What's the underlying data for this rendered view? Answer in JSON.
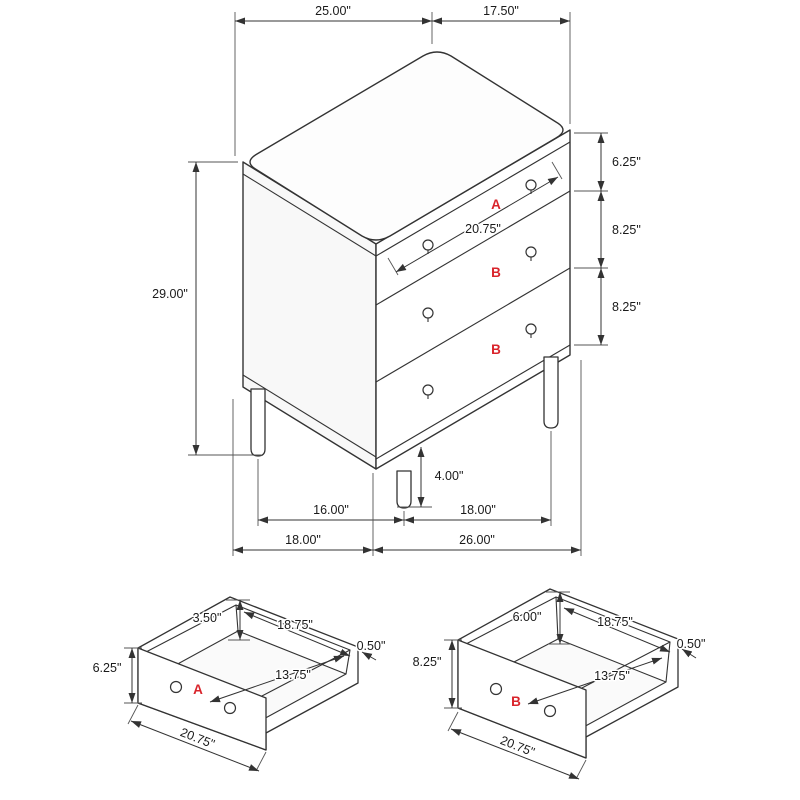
{
  "colors": {
    "accent": "#d9242b",
    "line": "#333333"
  },
  "main_view": {
    "top_width": "25.00\"",
    "top_depth": "17.50\"",
    "overall_height": "29.00\"",
    "drawer_heights": {
      "a": "6.25\"",
      "b1": "8.25\"",
      "b2": "8.25\""
    },
    "drawer_front_width": "20.75\"",
    "leg_height": "4.00\"",
    "leg_spacing_front": "16.00\"",
    "leg_spacing_side": "18.00\"",
    "base_depth": "18.00\"",
    "base_width": "26.00\"",
    "drawer_labels": [
      "A",
      "B",
      "B"
    ]
  },
  "drawer_a": {
    "label": "A",
    "back_height": "3.50\"",
    "inner_width": "18.75\"",
    "panel_thickness": "0.50\"",
    "front_height": "6.25\"",
    "inner_depth": "13.75\"",
    "front_width": "20.75\""
  },
  "drawer_b": {
    "label": "B",
    "back_height": "6.00\"",
    "inner_width": "18.75\"",
    "panel_thickness": "0.50\"",
    "front_height": "8.25\"",
    "inner_depth": "13.75\"",
    "front_width": "20.75\""
  }
}
